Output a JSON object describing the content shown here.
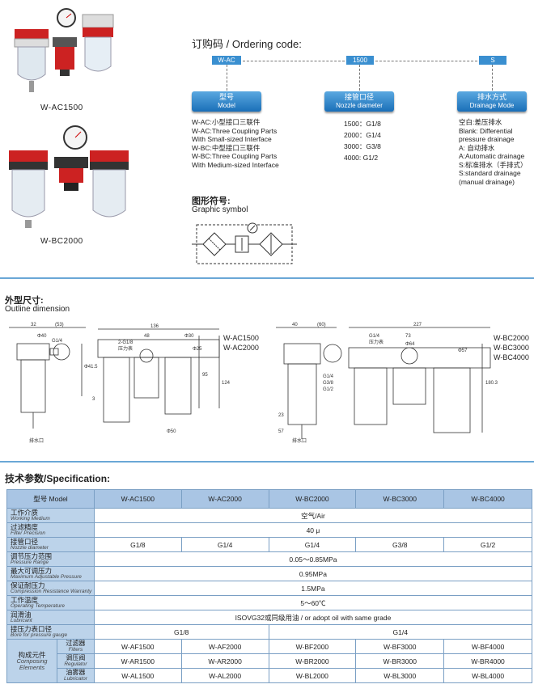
{
  "products": {
    "ac1500_label": "W-AC1500",
    "bc2000_label": "W-BC2000"
  },
  "ordering": {
    "title_zh": "订购码 / Ordering code:",
    "code_model": "W-AC",
    "code_port": "1500",
    "code_drain": "S",
    "model_zh": "型号",
    "model_en": "Model",
    "port_zh": "接管口径",
    "port_en": "Nozzle diameter",
    "drain_zh": "排水方式",
    "drain_en": "Drainage Mode",
    "model_desc": [
      "W-AC:小型接口三联件",
      "W-AC:Three Coupling Parts",
      "With Small-sized Interface",
      "W-BC:中型接口三联件",
      "W-BC:Three Coupling Parts",
      "With Medium-sized Interface"
    ],
    "port_desc": [
      "1500：G1/8",
      "2000：G1/4",
      "3000：G3/8",
      "4000: G1/2"
    ],
    "drain_desc": [
      "空白:差压排水",
      "Blank: Differential",
      "pressure drainage",
      "A: 自动排水",
      "A:Automatic drainage",
      "S:标准排水（手排式）",
      "S:standard drainage",
      "(manual drainage)"
    ]
  },
  "graphic": {
    "title_zh": "图形符号:",
    "title_en": "Graphic symbol"
  },
  "outline": {
    "title_zh": "外型尺寸:",
    "title_en": "Outline dimension",
    "left_models": [
      "W-AC1500",
      "W-AC2000"
    ],
    "right_models": [
      "W-BC2000",
      "W-BC3000",
      "W-BC4000"
    ],
    "dims_left": [
      "32",
      "(53)",
      "Φ40",
      "G1/4",
      "Φ41.5",
      "136",
      "2-G1/8",
      "压力表",
      "48",
      "Φ30",
      "Φ25",
      "124",
      "95",
      "3",
      "排水口",
      "Φ50"
    ],
    "dims_right": [
      "40",
      "(60)",
      "G1/4",
      "压力表",
      "227",
      "73",
      "Φ64",
      "Φ57",
      "180.3",
      "G1/4",
      "G3/8",
      "G1/2",
      "23",
      "排水口",
      "57"
    ]
  },
  "spec": {
    "title": "技术参数/Specification:",
    "header": [
      "型号 Model",
      "W-AC1500",
      "W-AC2000",
      "W-BC2000",
      "W-BC3000",
      "W-BC4000"
    ],
    "rows": [
      {
        "zh": "工作介质",
        "en": "Working Medium",
        "value": "空气/Air"
      },
      {
        "zh": "过滤精度",
        "en": "Filter Precision",
        "value": "40 μ"
      },
      {
        "zh": "接管口径",
        "en": "Nozzle diameter",
        "values": [
          "G1/8",
          "G1/4",
          "G1/4",
          "G3/8",
          "G1/2"
        ]
      },
      {
        "zh": "调节压力范围",
        "en": "Pressure Range",
        "value": "0.05～0.85MPa"
      },
      {
        "zh": "最大可调压力",
        "en": "Maximum Adjustable Pressure",
        "value": "0.95MPa"
      },
      {
        "zh": "保证耐压力",
        "en": "Compression Resistance Warranty",
        "value": "1.5MPa"
      },
      {
        "zh": "工作温度",
        "en": "Operating Temperature",
        "value": "5～60℃"
      },
      {
        "zh": "润滑油",
        "en": "Lubricant",
        "value": "ISOVG32或同级用油 / or adopt oil with same grade"
      },
      {
        "zh": "接压力表口径",
        "en": "Bore for pressure gauge",
        "values2": [
          "G1/8",
          "G1/4"
        ]
      }
    ],
    "composing_zh": "构成元件",
    "composing_en1": "Composing",
    "composing_en2": "Elements",
    "sub": [
      {
        "zh": "过滤器",
        "en": "Filters",
        "values": [
          "W-AF1500",
          "W-AF2000",
          "W-BF2000",
          "W-BF3000",
          "W-BF4000"
        ]
      },
      {
        "zh": "调压阀",
        "en": "Regulator",
        "values": [
          "W-AR1500",
          "W-AR2000",
          "W-BR2000",
          "W-BR3000",
          "W-BR4000"
        ]
      },
      {
        "zh": "油雾器",
        "en": "Lubricator",
        "values": [
          "W-AL1500",
          "W-AL2000",
          "W-BL2000",
          "W-BL3000",
          "W-BL4000"
        ]
      }
    ]
  }
}
